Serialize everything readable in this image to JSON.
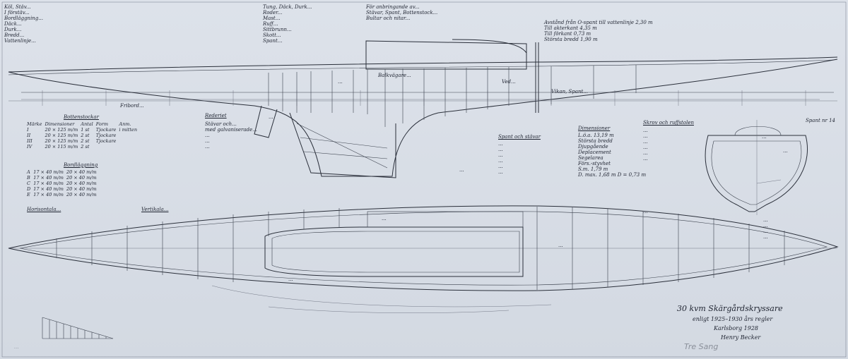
{
  "notes": {
    "top_left": [
      "Köl, Stäv...",
      "I förstäv...",
      "Bordläggning...",
      "Däck...",
      "Durk...",
      "Bredd...",
      "Vattenlinje..."
    ],
    "top_mid": [
      "Tung, Däck, Durk...",
      "Roder...",
      "Mast...",
      "Ruff...",
      "Sittbrunn...",
      "Skott...",
      "Spant..."
    ],
    "top_right_mid": [
      "För anbringande av...",
      "Stävar, Spant, Bottenstock...",
      "Bultar och nitar..."
    ],
    "measures": [
      {
        "label": "Avstånd från O-spant till vattenlinje",
        "value": "2,30 m"
      },
      {
        "label": "Till akterkant",
        "value": "4,35 m"
      },
      {
        "label": "Till förkant",
        "value": "0,73 m"
      },
      {
        "label": "Största bredd",
        "value": "1,90 m"
      }
    ],
    "frame_label": "Spant nr 14",
    "left_table_title": "Bottenstockar",
    "left_table_header": [
      "Märke",
      "Dimensioner",
      "Antal",
      "Form",
      "Anm."
    ],
    "left_table_rows": [
      [
        "I",
        "20 × 125 m/m",
        "1 st",
        "Tjockare",
        "i mitten"
      ],
      [
        "II",
        "20 × 125 m/m",
        "2 st",
        "Tjockare",
        ""
      ],
      [
        "III",
        "20 × 125 m/m",
        "2 st",
        "Tjockare",
        ""
      ],
      [
        "IV",
        "20 × 115 m/m",
        "2 st",
        "",
        ""
      ]
    ],
    "mid_left_title": "Bordläggning",
    "mid_left_rows": [
      [
        "A",
        "17 × 40 m/m",
        "20 × 40 m/m"
      ],
      [
        "B",
        "17 × 40 m/m",
        "20 × 40 m/m"
      ],
      [
        "C",
        "17 × 40 m/m",
        "20 × 40 m/m"
      ],
      [
        "D",
        "17 × 40 m/m",
        "20 × 40 m/m"
      ],
      [
        "E",
        "17 × 40 m/m",
        "20 × 40 m/m"
      ]
    ],
    "block_heading_1": "Horisontala...",
    "block_heading_2": "Vertikala...",
    "center_block_title": "Rederiet",
    "center_block_text": [
      "Stävar och...",
      "med galvaniserade...",
      "...",
      "...",
      "..."
    ],
    "right_block_1_title": "Spant och stävar",
    "right_block_1_text": [
      "...",
      "...",
      "...",
      "...",
      "...",
      "..."
    ],
    "spec_title": "Dimensioner",
    "spec_rows": [
      {
        "k": "L.ö.a.",
        "v": "13,19 m"
      },
      {
        "k": "Största bredd",
        "v": ""
      },
      {
        "k": "Djupgående",
        "v": ""
      },
      {
        "k": "Deplacement",
        "v": ""
      },
      {
        "k": "Segelarea",
        "v": ""
      },
      {
        "k": "Förs.-styvhet",
        "v": ""
      },
      {
        "k": "S.m.",
        "v": "1,79 m"
      },
      {
        "k": "",
        "v": ""
      },
      {
        "k": "D. max. 1,68 m",
        "v": "D = 0,73 m"
      }
    ],
    "right_block_2_title": "Skrov och ruffstolen",
    "right_block_2_text": [
      "...",
      "...",
      "...",
      "...",
      "...",
      "..."
    ],
    "right_bottom_note": "...",
    "right_note_lines": [
      "...",
      "...",
      "...",
      "..."
    ]
  },
  "annotations": {
    "profile_1": "Vikan, Spant...",
    "profile_2": "Balkvägare...",
    "profile_3": "Fribord...",
    "profile_4": "Ved...",
    "profile_5": "...",
    "profile_6": "...",
    "profile_7": "...",
    "plan_1": "...",
    "plan_2": "...",
    "plan_3": "...",
    "section_1": "...",
    "section_2": "..."
  },
  "title_block": {
    "title": "30 kvm Skärgårdskryssare",
    "lines": [
      "enligt 1925–1930 års regler",
      "Karlsborg 1928",
      "Henry Becker"
    ]
  },
  "stamp_left": "...",
  "pencil_name": "Tre Sang"
}
